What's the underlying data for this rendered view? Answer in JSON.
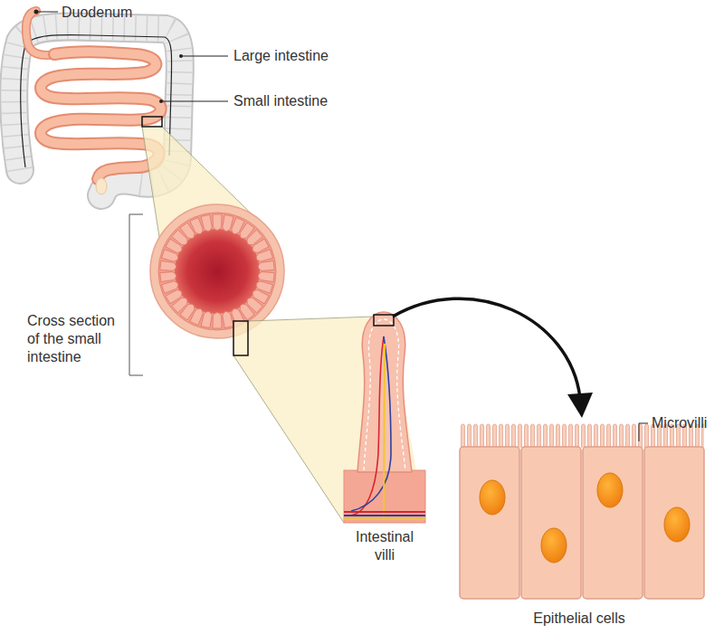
{
  "diagram": {
    "labels": [
      "Duodenum",
      "Large intestine",
      "Small intestine",
      "Cross section of the small intestine",
      "Intestinal villi",
      "Microvilli",
      "Epithelial cells"
    ]
  }
}
